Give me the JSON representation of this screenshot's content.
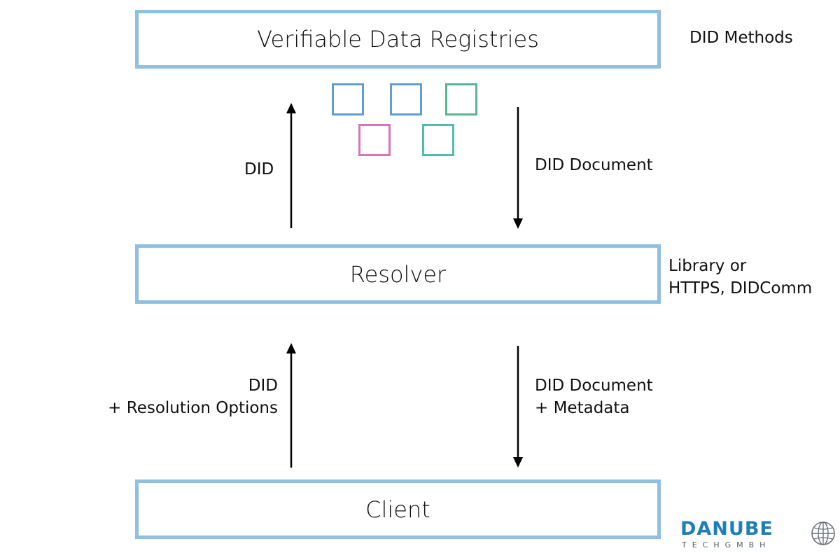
{
  "boxes": {
    "registries": "Verifiable Data Registries",
    "resolver": "Resolver",
    "client": "Client"
  },
  "side_labels": {
    "did_methods": "DID Methods",
    "resolver_line1": "Library or",
    "resolver_line2": "HTTPS, DIDComm"
  },
  "arrows": {
    "top_up": "DID",
    "top_down": "DID Document",
    "bottom_up_line1": "DID",
    "bottom_up_line2": "+ Resolution Options",
    "bottom_down_line1": "DID Document",
    "bottom_down_line2": "+ Metadata"
  },
  "method_squares": [
    {
      "color": "#5d9fd0"
    },
    {
      "color": "#5d9fd0"
    },
    {
      "color": "#57b58f"
    },
    {
      "color": "#d874b8"
    },
    {
      "color": "#4fbcb3"
    }
  ],
  "colors": {
    "box_border": "#8fbfe3",
    "arrow": "#000000",
    "logo_blue": "#1e7fb8",
    "logo_gray": "#555f66"
  },
  "logo": {
    "word": "DANUBE",
    "sub": "TECHGMBH",
    "icon": "globe-icon"
  }
}
